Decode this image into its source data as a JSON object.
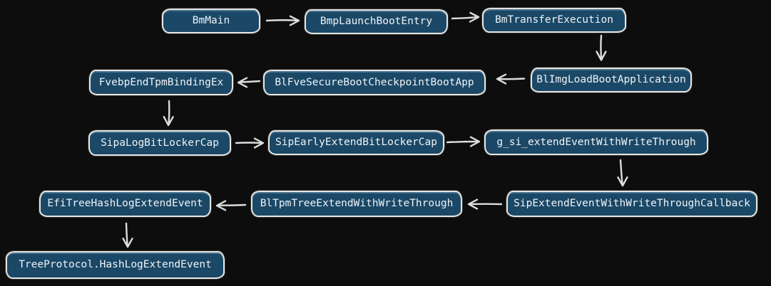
{
  "diagram": {
    "type": "flowchart",
    "theme": {
      "background": "#0d0d0d",
      "node_fill": "#1b4866",
      "node_border": "#e7e6e2",
      "node_text": "#eef3f8",
      "arrow": "#dddddd"
    },
    "nodes": [
      {
        "id": "bmmain",
        "label": "BmMain"
      },
      {
        "id": "bmp-launch-boot-entry",
        "label": "BmpLaunchBootEntry"
      },
      {
        "id": "bm-transfer-execution",
        "label": "BmTransferExecution"
      },
      {
        "id": "bl-img-load-boot-application",
        "label": "BlImgLoadBootApplication"
      },
      {
        "id": "bl-fve-secure-boot-checkpoint-boot-app",
        "label": "BlFveSecureBootCheckpointBootApp"
      },
      {
        "id": "fvebp-end-tpm-binding-ex",
        "label": "FvebpEndTpmBindingEx"
      },
      {
        "id": "sipa-log-bitlocker-cap",
        "label": "SipaLogBitLockerCap"
      },
      {
        "id": "sip-early-extend-bitlocker-cap",
        "label": "SipEarlyExtendBitLockerCap"
      },
      {
        "id": "g-si-extend-event-with-write-through",
        "label": "g_si_extendEventWithWriteThrough"
      },
      {
        "id": "sip-extend-event-with-write-through-callback",
        "label": "SipExtendEventWithWriteThroughCallback"
      },
      {
        "id": "bl-tpm-tree-extend-with-write-through",
        "label": "BlTpmTreeExtendWithWriteThrough"
      },
      {
        "id": "efi-tree-hash-log-extend-event",
        "label": "EfiTreeHashLogExtendEvent"
      },
      {
        "id": "tree-protocol-hash-log-extend-event",
        "label": "TreeProtocol.HashLogExtendEvent"
      }
    ],
    "edges": [
      {
        "from": "BmMain",
        "to": "BmpLaunchBootEntry"
      },
      {
        "from": "BmpLaunchBootEntry",
        "to": "BmTransferExecution"
      },
      {
        "from": "BmTransferExecution",
        "to": "BlImgLoadBootApplication"
      },
      {
        "from": "BlImgLoadBootApplication",
        "to": "BlFveSecureBootCheckpointBootApp"
      },
      {
        "from": "BlFveSecureBootCheckpointBootApp",
        "to": "FvebpEndTpmBindingEx"
      },
      {
        "from": "FvebpEndTpmBindingEx",
        "to": "SipaLogBitLockerCap"
      },
      {
        "from": "SipaLogBitLockerCap",
        "to": "SipEarlyExtendBitLockerCap"
      },
      {
        "from": "SipEarlyExtendBitLockerCap",
        "to": "g_si_extendEventWithWriteThrough"
      },
      {
        "from": "g_si_extendEventWithWriteThrough",
        "to": "SipExtendEventWithWriteThroughCallback"
      },
      {
        "from": "SipExtendEventWithWriteThroughCallback",
        "to": "BlTpmTreeExtendWithWriteThrough"
      },
      {
        "from": "BlTpmTreeExtendWithWriteThrough",
        "to": "EfiTreeHashLogExtendEvent"
      },
      {
        "from": "EfiTreeHashLogExtendEvent",
        "to": "TreeProtocol.HashLogExtendEvent"
      }
    ]
  }
}
